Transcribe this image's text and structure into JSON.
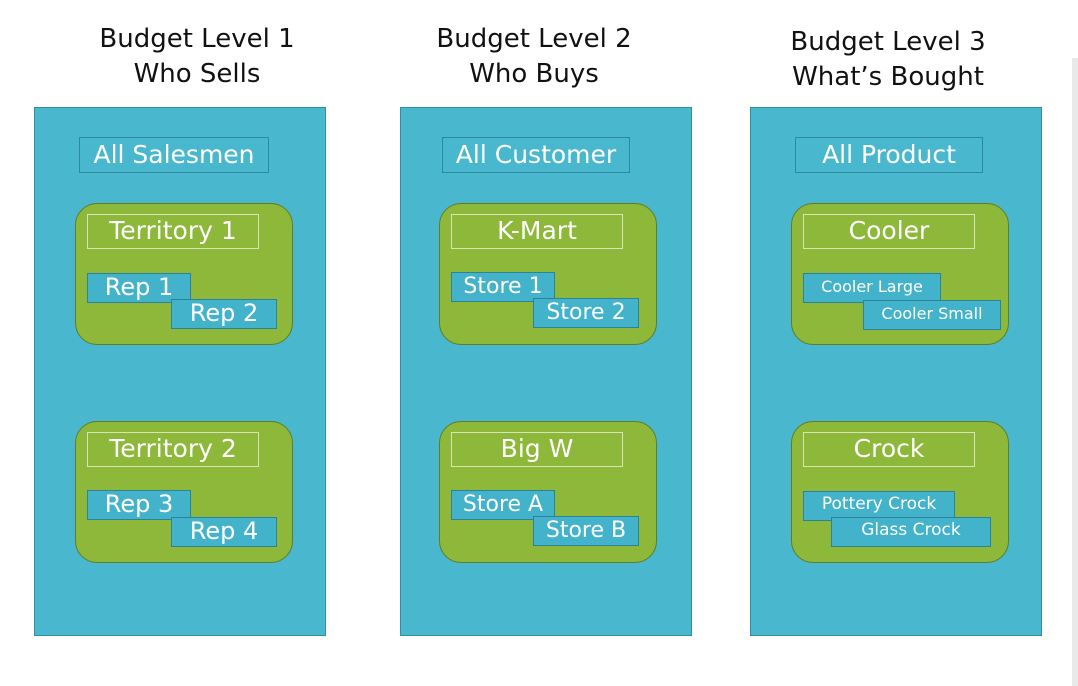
{
  "colors": {
    "panel": "#49b8cf",
    "group": "#8eb83a",
    "item": "#43b3cb",
    "heading_text": "#111111"
  },
  "columns": [
    {
      "heading_line1": "Budget Level 1",
      "heading_line2": "Who Sells",
      "top_label": "All Salesmen",
      "groups": [
        {
          "title": "Territory  1",
          "items": [
            "Rep 1",
            "Rep 2"
          ]
        },
        {
          "title": "Territory  2",
          "items": [
            "Rep 3",
            "Rep 4"
          ]
        }
      ]
    },
    {
      "heading_line1": "Budget Level 2",
      "heading_line2": "Who Buys",
      "top_label": "All Customer",
      "groups": [
        {
          "title": "K-Mart",
          "items": [
            "Store 1",
            "Store 2"
          ]
        },
        {
          "title": "Big W",
          "items": [
            "Store A",
            "Store B"
          ]
        }
      ]
    },
    {
      "heading_line1": "Budget Level 3",
      "heading_line2": "What’s Bought",
      "top_label": "All Product",
      "groups": [
        {
          "title": "Cooler",
          "items": [
            "Cooler Large",
            "Cooler Small"
          ]
        },
        {
          "title": "Crock",
          "items": [
            "Pottery Crock",
            "Glass Crock"
          ]
        }
      ]
    }
  ]
}
